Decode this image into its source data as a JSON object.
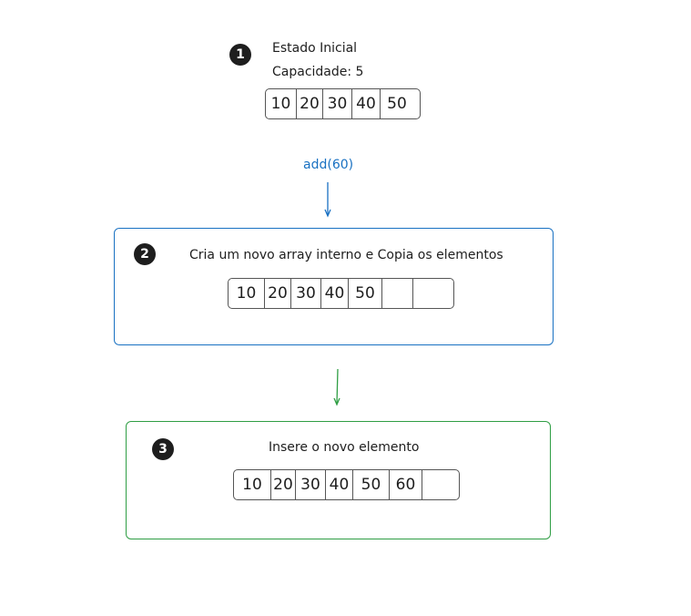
{
  "step1": {
    "number": "1",
    "title": "Estado Inicial",
    "capacity": "Capacidade: 5",
    "cells": [
      "10",
      "20",
      "30",
      "40",
      "50"
    ]
  },
  "operation": {
    "label": "add(60)"
  },
  "step2": {
    "number": "2",
    "caption": "Cria um novo array interno e Copia os elementos",
    "cells": [
      "10",
      "20",
      "30",
      "40",
      "50",
      "",
      ""
    ]
  },
  "step3": {
    "number": "3",
    "caption": "Insere o novo elemento",
    "cells": [
      "10",
      "20",
      "30",
      "40",
      "50",
      "60",
      ""
    ]
  },
  "colors": {
    "blue": "#1971c2",
    "green": "#2f9e44",
    "ink": "#1e1e1e"
  }
}
